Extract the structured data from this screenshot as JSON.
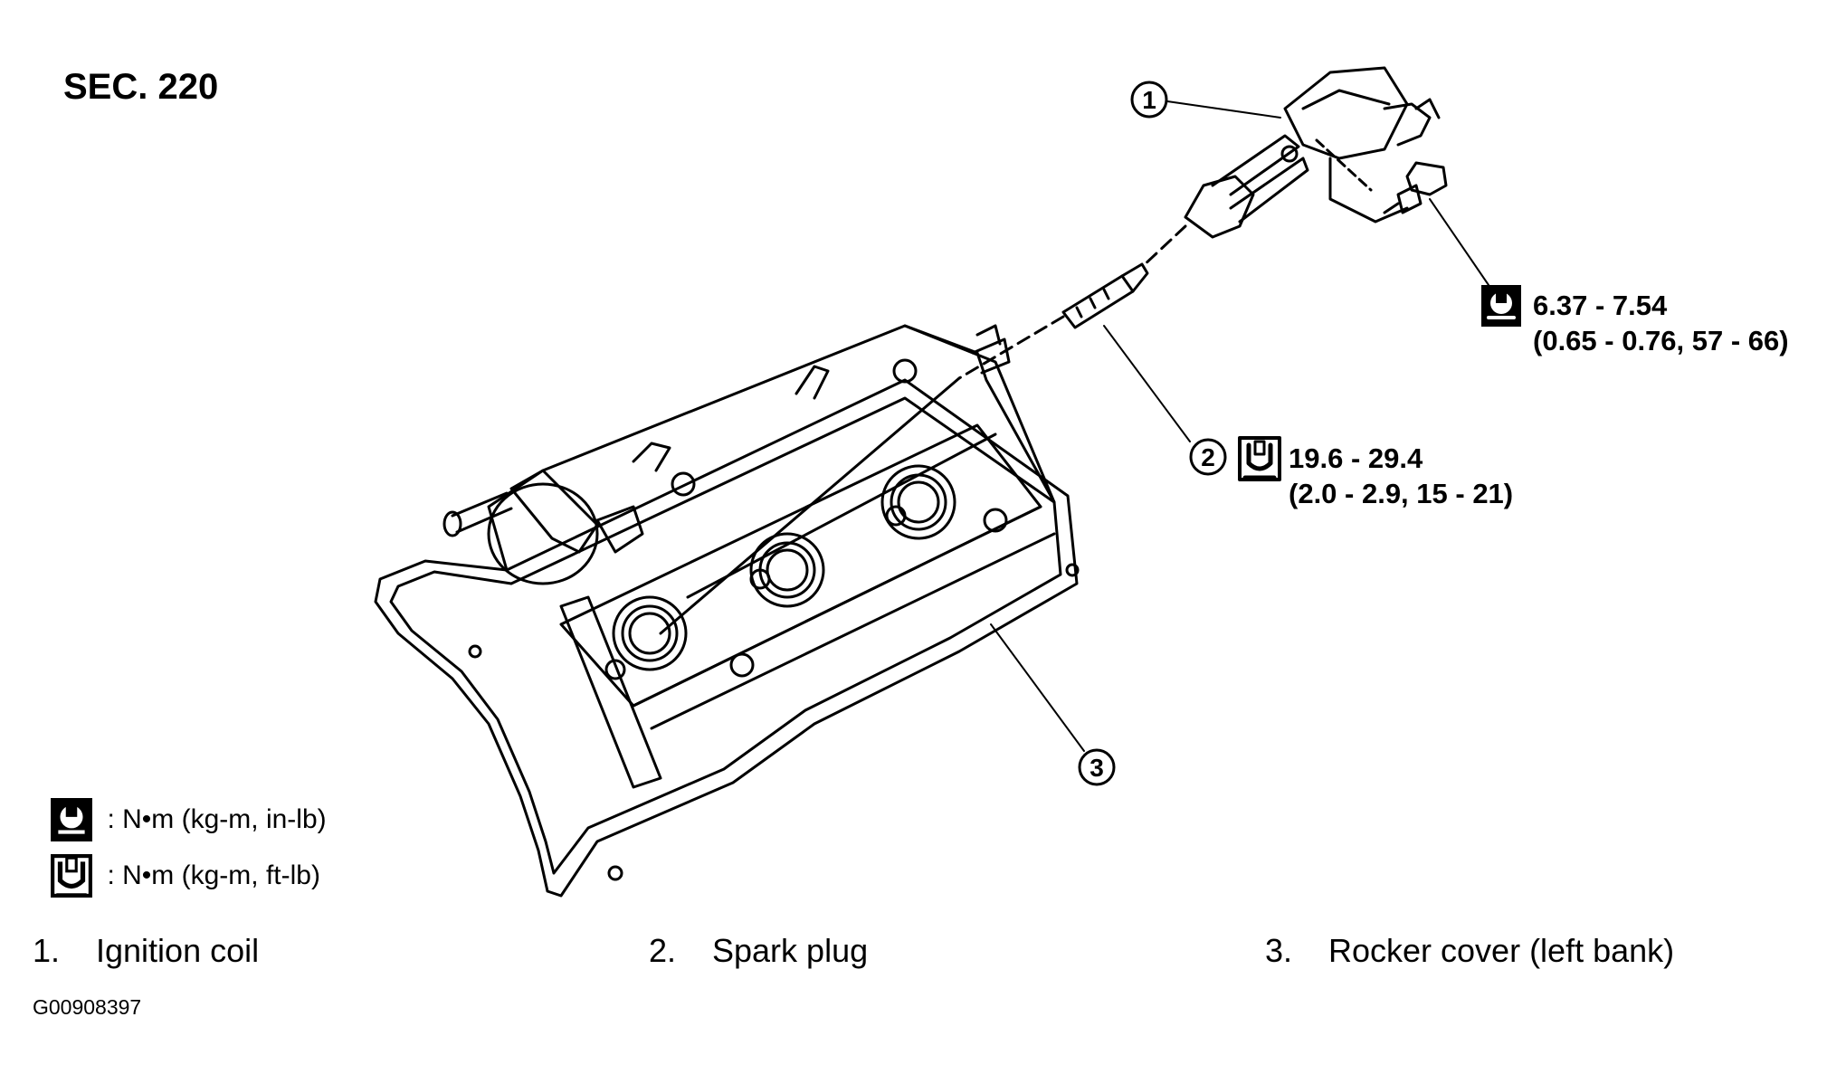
{
  "section_label": "SEC. 220",
  "callout_numbers": [
    "1",
    "2",
    "3"
  ],
  "torque_specs": {
    "bolt": {
      "line1": "6.37 - 7.54",
      "line2": "(0.65 - 0.76, 57 - 66)",
      "icon": "torque-wrench-icon-in-lb"
    },
    "spark_plug": {
      "line1": "19.6 - 29.4",
      "line2": "(2.0 - 2.9, 15 - 21)",
      "icon": "torque-wrench-icon-ft-lb"
    }
  },
  "legend": [
    {
      "icon": "torque-wrench-icon-in-lb",
      "text": ": N•m  (kg-m,  in-lb)"
    },
    {
      "icon": "torque-wrench-icon-ft-lb",
      "text": ": N•m  (kg-m,  ft-lb)"
    }
  ],
  "captions": [
    {
      "num": "1.",
      "label": "Ignition coil"
    },
    {
      "num": "2.",
      "label": "Spark plug"
    },
    {
      "num": "3.",
      "label": "Rocker cover (left bank)"
    }
  ],
  "figure_id": "G00908397"
}
